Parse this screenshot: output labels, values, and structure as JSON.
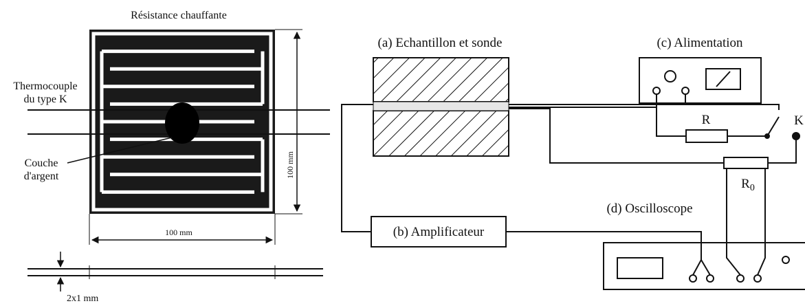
{
  "heater": {
    "title": "Résistance chauffante",
    "thermocouple_line1": "Thermocouple",
    "thermocouple_line2": "du type K",
    "silver_line1": "Couche",
    "silver_line2": "d'argent",
    "dim_height": "100 mm",
    "dim_width": "100 mm",
    "dim_thickness": "2x1 mm"
  },
  "setup": {
    "sample_label": "(a) Echantillon et sonde",
    "amplifier_label": "(b) Amplificateur",
    "power_label": "(c) Alimentation",
    "oscilloscope_label": "(d) Oscilloscope",
    "resistor_r": "R",
    "resistor_r0_main": "R",
    "resistor_r0_sub": "0",
    "switch_k": "K"
  }
}
